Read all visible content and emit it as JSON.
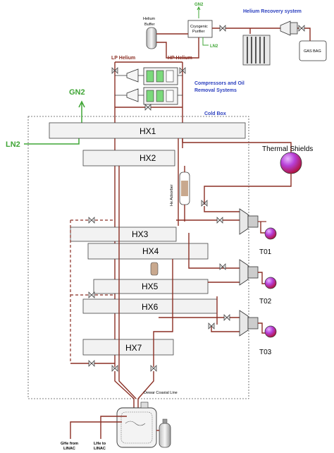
{
  "labels": {
    "helium_recovery": "Helium Recovery system",
    "helium_buffer_1": "Helium",
    "helium_buffer_2": "Buffer",
    "cryo_purifier_1": "Cryogenic",
    "cryo_purifier_2": "Purifier",
    "gn2_top": "GN2",
    "ln2_top": "LN2",
    "gas_bag": "GAS BAG",
    "lp_helium": "LP Helium",
    "hp_helium": "HP Helium",
    "compressors_1": "Compressors and Oil",
    "compressors_2": "Removal  Systems",
    "gn2": "GN2",
    "ln2": "LN2",
    "cold_box": "Cold Box",
    "thermal_shields": "Thermal Shields",
    "he_adsorber": "He Adsorber",
    "dewar_coaxial": "Dewar Coaxial Line",
    "ghe_from_linac_1": "GHe from",
    "ghe_from_linac_2": "LINAC",
    "lhe_to_linac_1": "LHe to",
    "lhe_to_linac_2": "LINAC"
  },
  "heat_exchangers": [
    "HX1",
    "HX2",
    "HX3",
    "HX4",
    "HX5",
    "HX6",
    "HX7"
  ],
  "turbines": [
    "T01",
    "T02",
    "T03"
  ],
  "colors": {
    "pipe": "#8b2f24",
    "green_lines": "#3fa535",
    "blue_text": "#2b3fbf",
    "hx_fill": "#f2f2f2",
    "shield_fill": "#c23fbf"
  }
}
